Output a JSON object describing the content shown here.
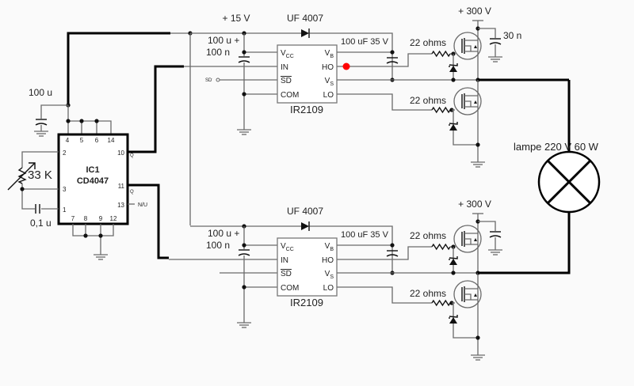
{
  "oscillator": {
    "ref": "IC1",
    "part": "CD4047",
    "pins": {
      "p4": "4",
      "p5": "5",
      "p6": "6",
      "p14": "14",
      "p2": "2",
      "p3": "3",
      "p1": "1",
      "p10": "10",
      "p11": "11",
      "p13": "13",
      "p7": "7",
      "p8": "8",
      "p9": "9",
      "p12": "12"
    },
    "q_label": "Q",
    "qbar_label": "Q",
    "nu_label": "N/U",
    "supply_cap": "100 u",
    "pot": "33 K",
    "timing_cap": "0,1 u"
  },
  "drivers": [
    {
      "supply": "+ 15 V",
      "diode": "UF 4007",
      "cap_line1": "100 u +",
      "cap_line2": "100 n",
      "boot_cap": "100 uF 35 V",
      "part": "IR2109",
      "pins": {
        "vcc": "V",
        "vcc_sub": "CC",
        "in": "IN",
        "sd": "SD",
        "com": "COM",
        "vb": "V",
        "vb_sub": "B",
        "ho": "HO",
        "vs": "V",
        "vs_sub": "S",
        "lo": "LO"
      },
      "sd_input": "SD",
      "gate_r_high": "22 ohms",
      "gate_r_low": "22 ohms",
      "hv": "+ 300 V",
      "snubber": "30 n"
    },
    {
      "diode": "UF 4007",
      "cap_line1": "100 u +",
      "cap_line2": "100 n",
      "boot_cap": "100 uF 35 V",
      "part": "IR2109",
      "pins": {
        "vcc": "V",
        "vcc_sub": "CC",
        "in": "IN",
        "sd": "SD",
        "com": "COM",
        "vb": "V",
        "vb_sub": "B",
        "ho": "HO",
        "vs": "V",
        "vs_sub": "S",
        "lo": "LO"
      },
      "gate_r_high": "22 ohms",
      "gate_r_low": "22 ohms",
      "hv": "+ 300 V"
    }
  ],
  "lamp": {
    "label": "lampe 220 V 60 W"
  },
  "colors": {
    "marker": "#ff0000",
    "wire": "#6a6a6a",
    "power_wire": "#000000"
  }
}
